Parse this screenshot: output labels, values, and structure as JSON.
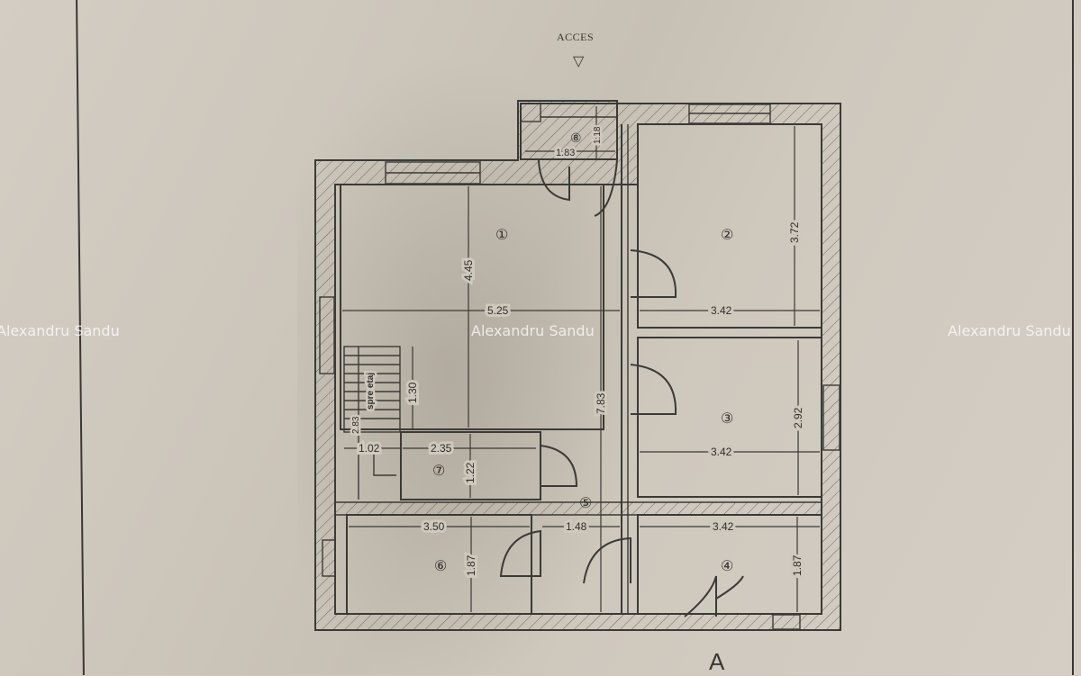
{
  "document": {
    "type": "architectural floor plan (ground floor)",
    "paper_color": "#cfc8bd",
    "ink_color": "#3b3a36"
  },
  "entrance": {
    "label": "ACCES",
    "arrow_icon": "triangle-down-arrow"
  },
  "section_marker": {
    "label": "A"
  },
  "watermark": {
    "text": "Alexandru Sandu",
    "color": "#ffffff"
  },
  "rooms": [
    {
      "number": "1",
      "dims": [
        "5.25",
        "4.45"
      ]
    },
    {
      "number": "2",
      "dims": [
        "3.42",
        "3.72"
      ]
    },
    {
      "number": "3",
      "dims": [
        "3.42",
        "2.92"
      ]
    },
    {
      "number": "4",
      "dims": [
        "3.42",
        "1.87"
      ]
    },
    {
      "number": "5",
      "dims": [
        "1.48",
        "7.83"
      ]
    },
    {
      "number": "6",
      "dims": [
        "3.50",
        "1.87"
      ]
    },
    {
      "number": "7",
      "dims": [
        "2.35",
        "1.22"
      ]
    },
    {
      "number": "8",
      "dims": [
        "1.83",
        "1.18"
      ]
    }
  ],
  "stair": {
    "label": "spre etaj",
    "dims": [
      "2.83",
      "1.30",
      "1.02"
    ]
  },
  "labels": {
    "r1": "①",
    "r2": "②",
    "r3": "③",
    "r4": "④",
    "r5": "⑤",
    "r6": "⑥",
    "r7": "⑦",
    "r8": "⑧",
    "d_r1_w": "5.25",
    "d_r1_h": "4.45",
    "d_r2_w": "3.42",
    "d_r2_h": "3.72",
    "d_r3_w": "3.42",
    "d_r3_h": "2.92",
    "d_r4_w": "3.42",
    "d_r4_h": "1.87",
    "d_r5_w": "1.48",
    "d_r5_h": "7.83",
    "d_r6_w": "3.50",
    "d_r6_h": "1.87",
    "d_r7_w": "2.35",
    "d_r7_h": "1.22",
    "d_r8_w": "1.83",
    "d_r8_h": "1.18",
    "d_stair_h": "2.83",
    "d_stair_gap": "1.30",
    "d_stair_w": "1.02"
  }
}
